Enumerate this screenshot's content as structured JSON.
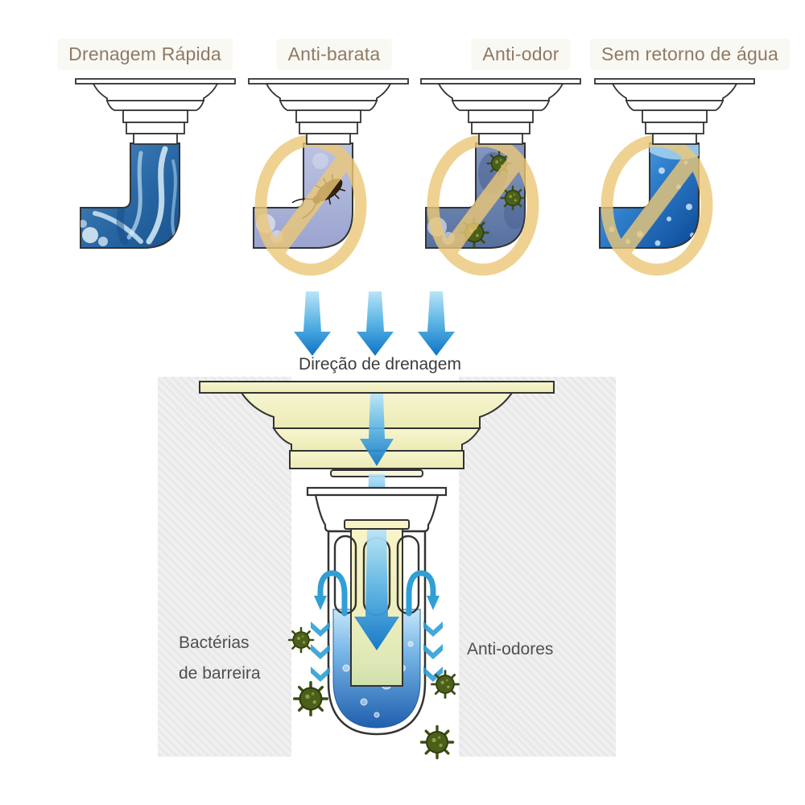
{
  "features": [
    {
      "label": "Drenagem Rápida",
      "illustration": "water-flow-elbow-pipe",
      "prohibition_sign": false
    },
    {
      "label": "Anti-barata",
      "illustration": "cockroach-in-elbow-pipe",
      "prohibition_sign": true
    },
    {
      "label": "Anti-odor",
      "illustration": "germs-in-elbow-pipe",
      "prohibition_sign": true
    },
    {
      "label": "Sem retorno de água",
      "illustration": "backflow-water-elbow-pipe",
      "prohibition_sign": true
    }
  ],
  "diagram": {
    "direction_label": "Direção de drenagem",
    "left_label_line1": "Bactérias",
    "left_label_line2": "de barreira",
    "right_label": "Anti-odores"
  },
  "icons": {
    "prohibition": "no-sign-icon",
    "cockroach": "cockroach-icon",
    "germ": "germ-icon",
    "down_arrow": "down-arrow-icon",
    "curved_airflow": "airflow-hook-arrow-icon",
    "chevron_airflow": "airflow-chevron-icon"
  },
  "colors": {
    "feature_label_text": "#8c7b66",
    "diagram_text": "#3d3d3d",
    "side_label_text": "#4f4f4f",
    "outline": "#333333",
    "prohibition_gold": "#ecc878",
    "arrow_blue": "#2f9fd6",
    "deep_water_blue": "#1f5fae",
    "pale_water_blue": "#c6e6f8",
    "germ_green": "#4c5f1a",
    "cream_fixture": "#f2f1c1",
    "wall_gray": "#eaeaea"
  }
}
